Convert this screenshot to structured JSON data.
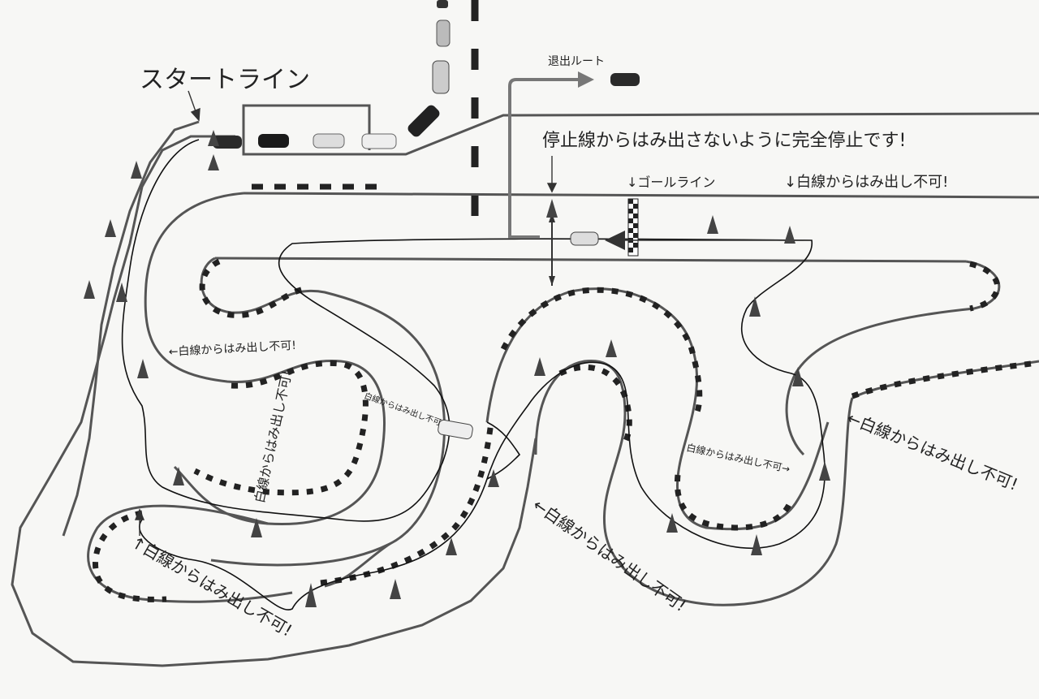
{
  "labels": {
    "start_line": "スタートライン",
    "exit_route": "退出ルート",
    "stop_instruction": "停止線からはみ出さないように完全停止です!",
    "goal_line": "↓ゴールライン",
    "no_exit_top": "↓白線からはみ出し不可!",
    "no_exit_left": "←白線からはみ出し不可!",
    "no_exit_inner_vertical": "白線からはみ出し不可!",
    "no_exit_small": "白線からはみ出し不可",
    "no_exit_right_small": "白線からはみ出し不可→",
    "no_exit_right_big": "←白線からはみ出し不可!",
    "no_exit_bottom_middle": "←白線からはみ出し不可!",
    "no_exit_bottom_left": "↑白線からはみ出し不可!"
  },
  "colors": {
    "road_line": "#555555",
    "route_line": "#111111",
    "curb_dark": "#222222",
    "curb_light": "#eeeeee",
    "cone": "#444444",
    "car_dark": "#2a2a2a",
    "car_light": "#dddddd"
  }
}
